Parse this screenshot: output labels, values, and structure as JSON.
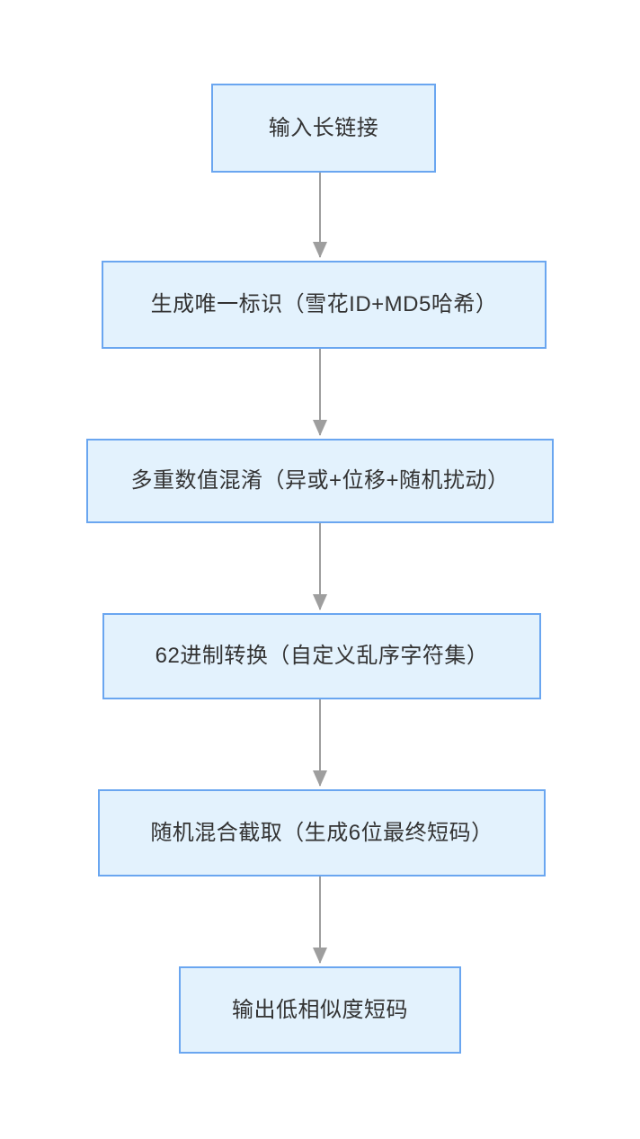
{
  "diagram": {
    "type": "flowchart",
    "orientation": "top-to-bottom",
    "background_color": "#ffffff",
    "node_fill_color": "#e3f2fd",
    "node_border_color": "#6aa6f0",
    "node_text_color": "#333333",
    "edge_color": "#9e9e9e",
    "nodes": [
      {
        "id": "n1",
        "label": "输入长链接"
      },
      {
        "id": "n2",
        "label": "生成唯一标识（雪花ID+MD5哈希）"
      },
      {
        "id": "n3",
        "label": "多重数值混淆（异或+位移+随机扰动）"
      },
      {
        "id": "n4",
        "label": "62进制转换（自定义乱序字符集）"
      },
      {
        "id": "n5",
        "label": "随机混合截取（生成6位最终短码）"
      },
      {
        "id": "n6",
        "label": "输出低相似度短码"
      }
    ],
    "edges": [
      {
        "from": "n1",
        "to": "n2",
        "label": "",
        "arrow": "arrow-down-icon"
      },
      {
        "from": "n2",
        "to": "n3",
        "label": "",
        "arrow": "arrow-down-icon"
      },
      {
        "from": "n3",
        "to": "n4",
        "label": "",
        "arrow": "arrow-down-icon"
      },
      {
        "from": "n4",
        "to": "n5",
        "label": "",
        "arrow": "arrow-down-icon"
      },
      {
        "from": "n5",
        "to": "n6",
        "label": "",
        "arrow": "arrow-down-icon"
      }
    ]
  }
}
